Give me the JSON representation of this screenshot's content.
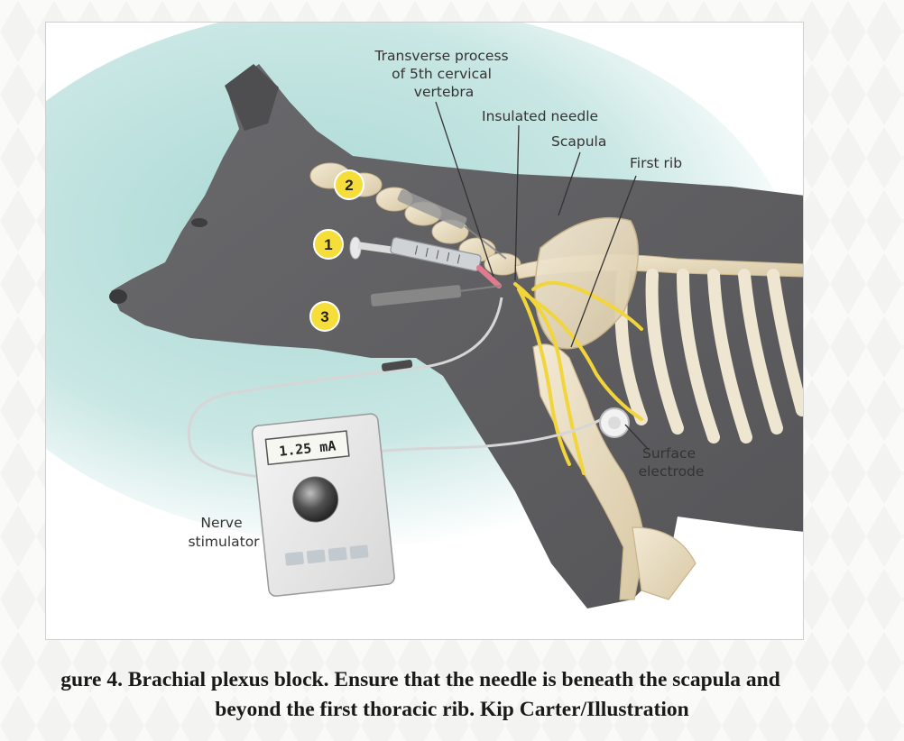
{
  "labels": {
    "transverse_process": [
      "Transverse process",
      "of 5th cervical",
      "vertebra"
    ],
    "insulated_needle": "Insulated needle",
    "scapula": "Scapula",
    "first_rib": "First rib",
    "surface_electrode": [
      "Surface",
      "electrode"
    ],
    "nerve_stimulator": [
      "Nerve",
      "stimulator"
    ]
  },
  "approach_markers": [
    "1",
    "2",
    "3"
  ],
  "stimulator": {
    "display": "1.25 mA"
  },
  "caption": {
    "line1": "gure 4. Brachial plexus block. Ensure that the needle is beneath the scapula and",
    "line2": "beyond the first thoracic rib. Kip Carter/Illustration"
  },
  "colors": {
    "dog_body": "#5e5e61",
    "background_teal": "#b6dedb",
    "nerve_yellow": "#f1d53a",
    "bone": "#efe6d2",
    "marker_yellow": "#f5dd3a"
  }
}
